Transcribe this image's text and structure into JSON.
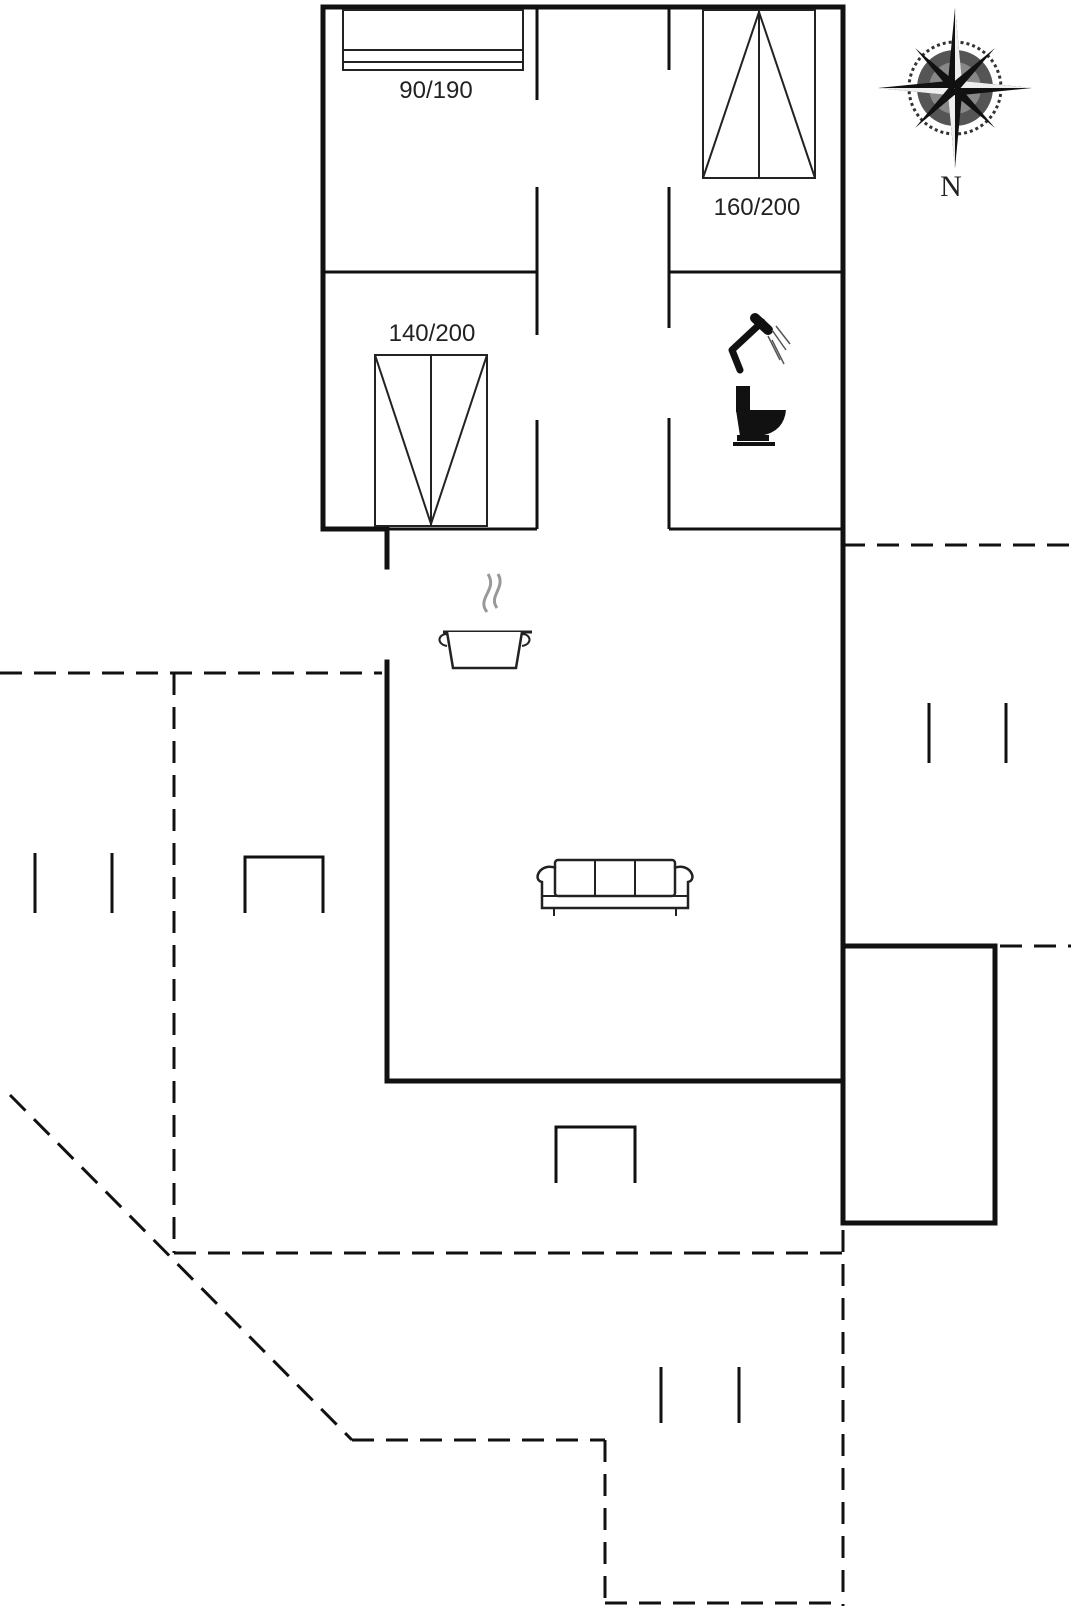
{
  "floor_plan": {
    "beds": [
      {
        "size": "90/190"
      },
      {
        "size": "160/200"
      },
      {
        "size": "140/200"
      }
    ],
    "compass": {
      "north_label": "N"
    },
    "icons": [
      "shower-icon",
      "toilet-icon",
      "cooking-pot-icon",
      "sofa-icon",
      "compass-rose-icon"
    ],
    "colors": {
      "line": "#111111",
      "background": "#ffffff"
    }
  }
}
